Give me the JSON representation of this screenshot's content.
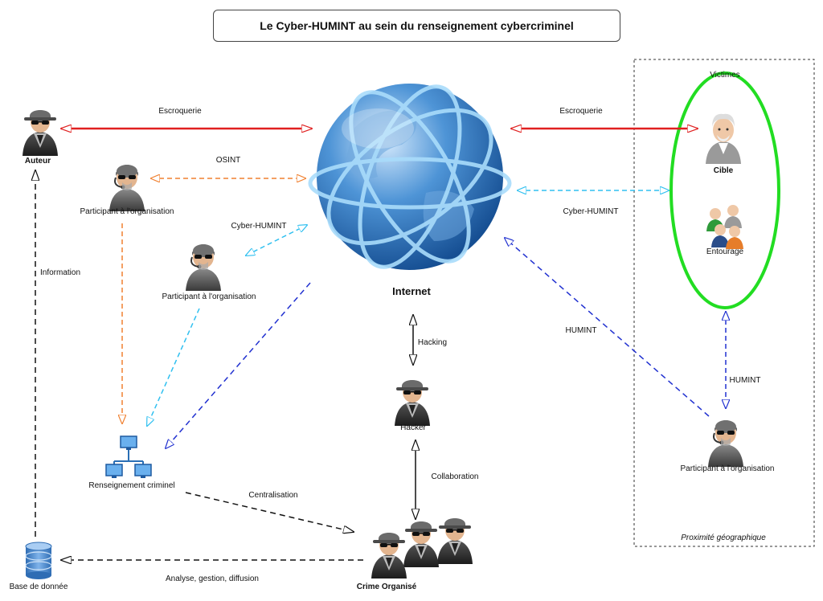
{
  "title": "Le Cyber-HUMINT au sein du renseignement cybercriminel",
  "nodes": {
    "auteur": "Auteur",
    "participant_1": "Participant à l'organisation",
    "participant_2": "Participant à l'organisation",
    "participant_3": "Participant à l'organisation",
    "internet": "Internet",
    "hacker": "Hacker",
    "crime": "Crime Organisé",
    "renseignement": "Renseignement criminel",
    "base": "Base de donnée",
    "victimes": "Victimes",
    "cible": "Cible",
    "entourage": "Entourage",
    "proximite": "Proximité géographique"
  },
  "edges": {
    "escroquerie_left": "Escroquerie",
    "escroquerie_right": "Escroquerie",
    "osint": "OSINT",
    "cyber_humint_left": "Cyber-HUMINT",
    "cyber_humint_right": "Cyber-HUMINT",
    "information": "Information",
    "hacking": "Hacking",
    "collaboration": "Collaboration",
    "centralisation": "Centralisation",
    "analyse": "Analyse, gestion, diffusion",
    "humint_diag": "HUMINT",
    "humint_vert": "HUMINT"
  },
  "colors": {
    "escroquerie": "#e02020",
    "osint": "#f08030",
    "cyber_humint": "#30c0f0",
    "humint": "#2030d0",
    "black": "#111111",
    "victim_ellipse": "#22dd22"
  }
}
